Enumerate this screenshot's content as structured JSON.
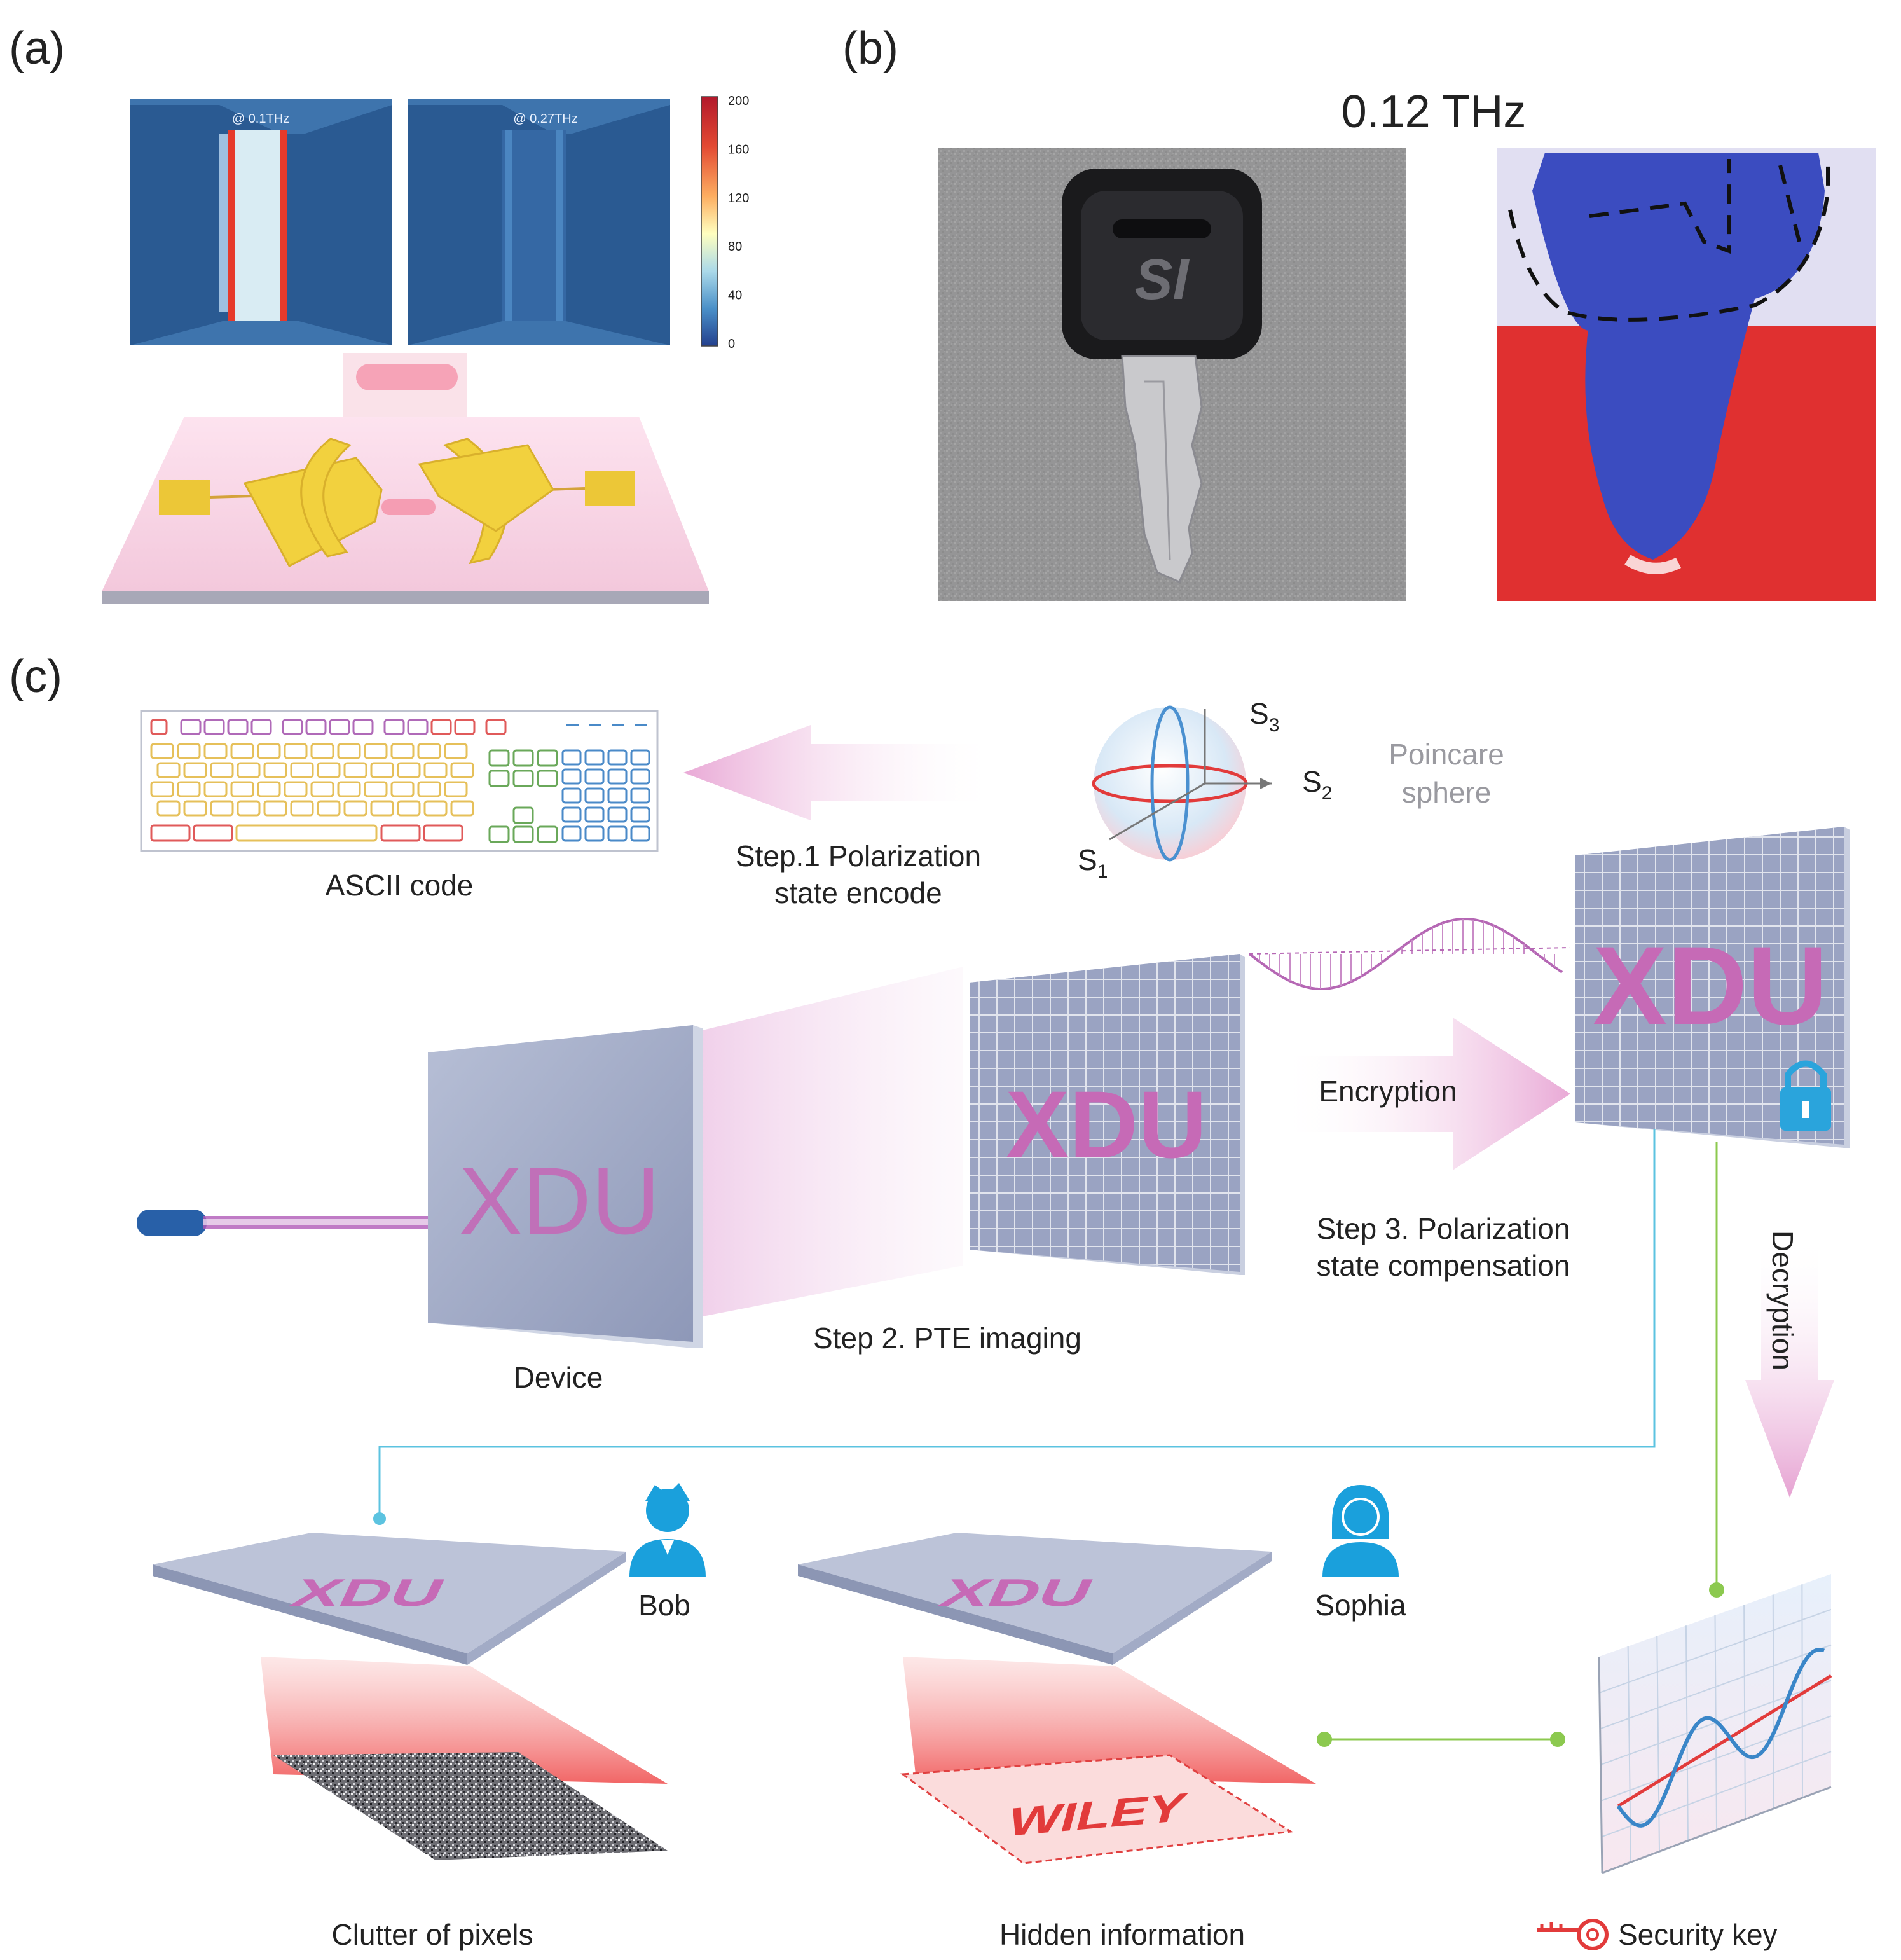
{
  "panel_a": {
    "label": "(a)",
    "map1_freq": "@ 0.1THz",
    "map2_freq": "@ 0.27THz",
    "colorbar_ticks": [
      "200",
      "160",
      "120",
      "80",
      "40",
      "0"
    ]
  },
  "panel_b": {
    "label": "(b)",
    "title": "0.12 THz"
  },
  "panel_c": {
    "label": "(c)",
    "ascii_caption": "ASCII code",
    "step1_line1": "Step.1 Polarization",
    "step1_line2": "state encode",
    "sphere_s3": "S",
    "sphere_s3_sub": "3",
    "sphere_s2": "S",
    "sphere_s2_sub": "2",
    "sphere_s1": "S",
    "sphere_s1_sub": "1",
    "poincare_line1": "Poincare",
    "poincare_line2": "sphere",
    "device_text": "XDU",
    "device_caption": "Device",
    "imaging_text": "XDU",
    "step2": "Step 2. PTE imaging",
    "encrypted_text": "XDU",
    "encryption": "Encryption",
    "step3_line1": "Step 3. Polarization",
    "step3_line2": "state compensation",
    "decryption": "Decryption",
    "bob": "Bob",
    "sophia": "Sophia",
    "bob_plate_text": "XDU",
    "sophia_plate_text": "XDU",
    "hidden_word": "WILEY",
    "clutter_caption": "Clutter of pixels",
    "hidden_caption": "Hidden information",
    "key_caption": "Security key"
  },
  "colors": {
    "magenta_text": "#c060b0",
    "cyan_line": "#5cc3e0",
    "green_line": "#8cc94f",
    "person_icon": "#1aa0dc",
    "thz_blue": "#3a4bb8",
    "thz_red": "#e23030"
  }
}
